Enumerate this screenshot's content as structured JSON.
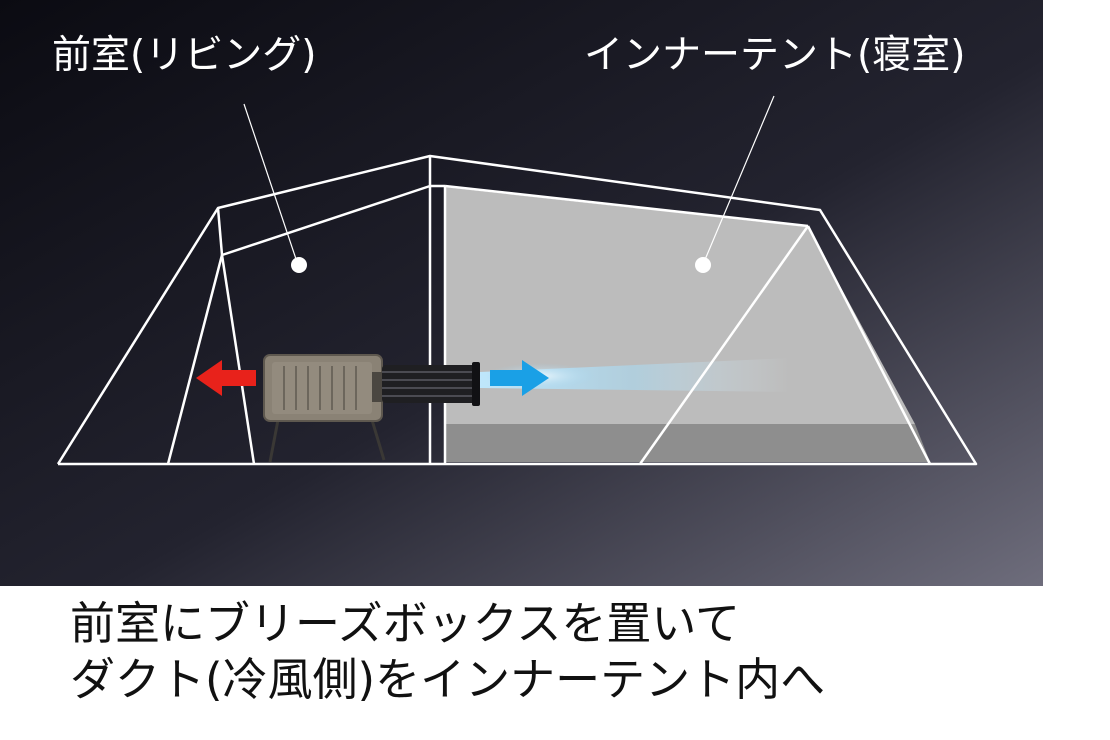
{
  "labels": {
    "front_room": "前室(リビング)",
    "inner_tent": "インナーテント(寝室)"
  },
  "caption": {
    "line1": "前室にブリーズボックスを置いて",
    "line2": "ダクト(冷風側)をインナーテント内へ"
  },
  "colors": {
    "background_dark": "#0c0c14",
    "background_light": "#6b6a7a",
    "tent_outline": "#ffffff",
    "inner_tent_fill": "#bdbdbd",
    "inner_tent_floor": "#8c8c8c",
    "hot_arrow": "#e8221b",
    "cold_arrow": "#1aa0e6",
    "unit_body": "#8a8275"
  },
  "icons": {
    "hot_air": "red-arrow-left-icon",
    "cold_air": "blue-arrow-right-icon",
    "unit": "breeze-box-unit-icon",
    "duct": "duct-icon"
  }
}
